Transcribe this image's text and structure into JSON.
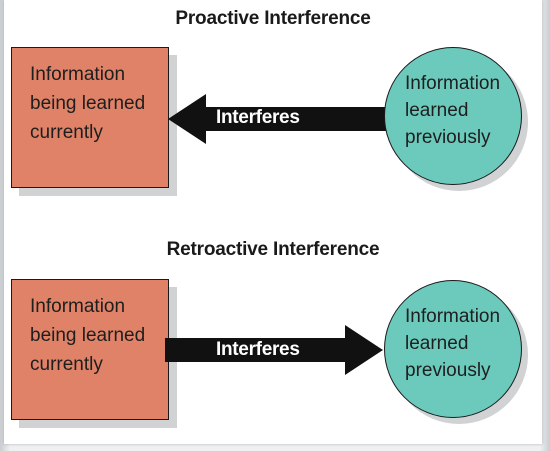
{
  "colors": {
    "box_fill": "#df8267",
    "circle_fill": "#6ccabd",
    "arrow_fill": "#111111"
  },
  "proactive": {
    "title": "Proactive Interference",
    "box_lines": [
      "Information",
      "being learned",
      "currently"
    ],
    "circle_lines": [
      "Information",
      "learned",
      "previously"
    ],
    "arrow_label": "Interferes"
  },
  "retroactive": {
    "title": "Retroactive Interference",
    "box_lines": [
      "Information",
      "being learned",
      "currently"
    ],
    "circle_lines": [
      "Information",
      "learned",
      "previously"
    ],
    "arrow_label": "Interferes"
  }
}
